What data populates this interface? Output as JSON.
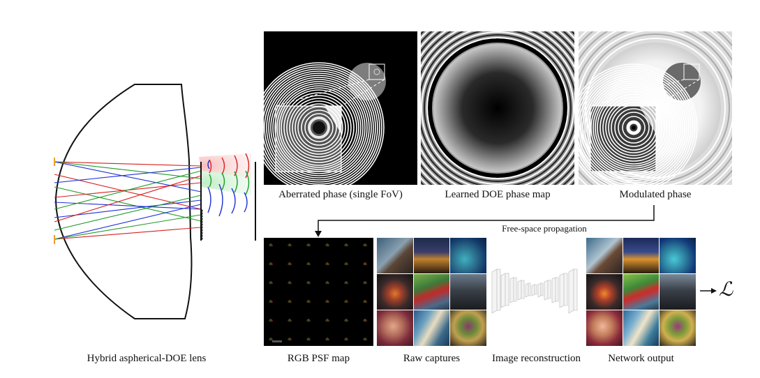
{
  "labels": {
    "lens": "Hybrid aspherical-DOE lens",
    "aberrated": "Aberrated phase (single FoV)",
    "doe": "Learned DOE phase map",
    "modulated": "Modulated phase",
    "propagation": "Free-space propagation",
    "psf": "RGB PSF map",
    "raw": "Raw captures",
    "recon": "Image reconstruction",
    "output": "Network output",
    "loss": "ℒ"
  },
  "colors": {
    "ray_red": "#d62020",
    "ray_green": "#1f9a2a",
    "ray_blue": "#1c2fd6",
    "marker_orange": "#f0a020"
  },
  "images": {
    "raw_captures": [
      "camera-photo",
      "pagoda-photo",
      "coast-aerial-photo",
      "clownfish-photo",
      "train-photo",
      "car-interior-photo",
      "face-photo",
      "beach-aerial-photo",
      "food-photo"
    ],
    "network_output": [
      "camera-photo",
      "pagoda-photo",
      "coast-aerial-photo",
      "clownfish-photo",
      "train-photo",
      "car-interior-photo",
      "face-photo",
      "beach-aerial-photo",
      "food-photo"
    ]
  }
}
